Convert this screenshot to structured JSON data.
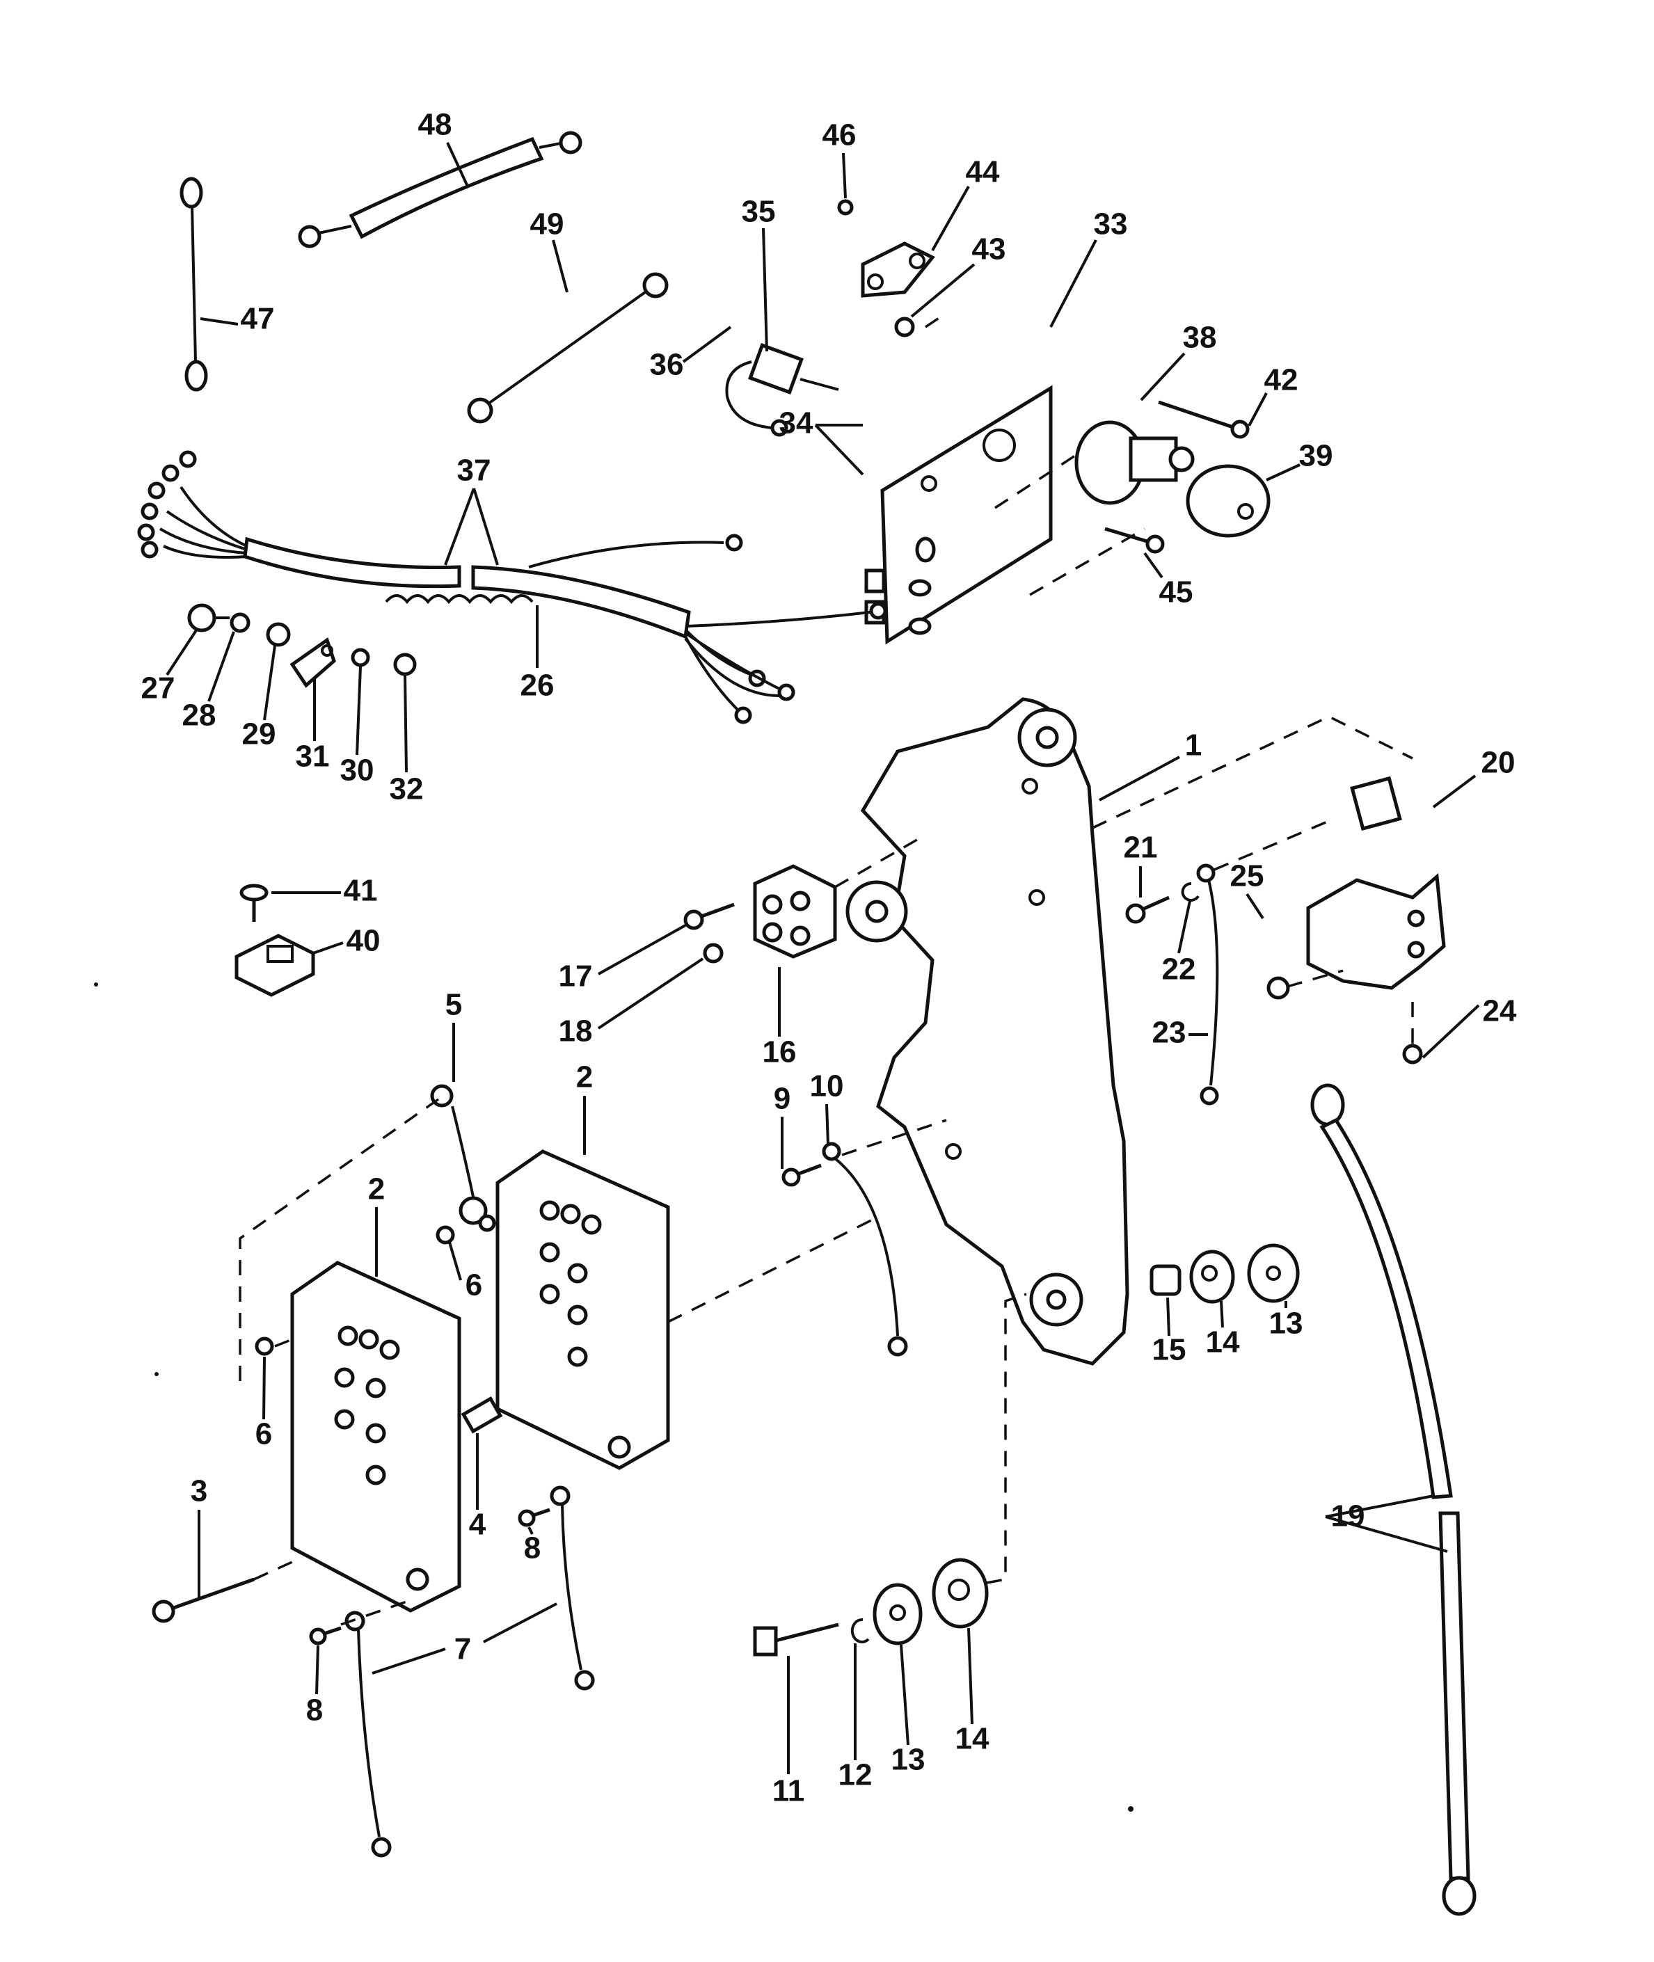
{
  "diagram": {
    "type": "exploded-parts-diagram",
    "subject": "Ignition / electrical components mounting bracket assembly",
    "callouts": [
      {
        "id": "c1",
        "label": "1",
        "part": "mounting-bracket"
      },
      {
        "id": "c2a",
        "label": "2",
        "part": "switch-box-upper"
      },
      {
        "id": "c2b",
        "label": "2",
        "part": "switch-box-lower"
      },
      {
        "id": "c3",
        "label": "3",
        "part": "long-screw"
      },
      {
        "id": "c4",
        "label": "4",
        "part": "spacer"
      },
      {
        "id": "c5",
        "label": "5",
        "part": "jumper-lead"
      },
      {
        "id": "c6a",
        "label": "6",
        "part": "nut-upper"
      },
      {
        "id": "c6b",
        "label": "6",
        "part": "nut-lower"
      },
      {
        "id": "c7",
        "label": "7",
        "part": "ground-leads"
      },
      {
        "id": "c8a",
        "label": "8",
        "part": "screw-upper"
      },
      {
        "id": "c8b",
        "label": "8",
        "part": "screw-lower"
      },
      {
        "id": "c9",
        "label": "9",
        "part": "screw"
      },
      {
        "id": "c10",
        "label": "10",
        "part": "ground-lead"
      },
      {
        "id": "c11",
        "label": "11",
        "part": "bolt"
      },
      {
        "id": "c12",
        "label": "12",
        "part": "lock-washer"
      },
      {
        "id": "c13a",
        "label": "13",
        "part": "washer-right"
      },
      {
        "id": "c13b",
        "label": "13",
        "part": "washer-bottom"
      },
      {
        "id": "c14a",
        "label": "14",
        "part": "grommet-right"
      },
      {
        "id": "c14b",
        "label": "14",
        "part": "grommet-bottom"
      },
      {
        "id": "c15",
        "label": "15",
        "part": "bushing"
      },
      {
        "id": "c16",
        "label": "16",
        "part": "rectifier"
      },
      {
        "id": "c17",
        "label": "17",
        "part": "screw"
      },
      {
        "id": "c18",
        "label": "18",
        "part": "nut"
      },
      {
        "id": "c19",
        "label": "19",
        "part": "battery-cable"
      },
      {
        "id": "c20",
        "label": "20",
        "part": "starter-solenoid"
      },
      {
        "id": "c21",
        "label": "21",
        "part": "screw"
      },
      {
        "id": "c22",
        "label": "22",
        "part": "lock-washer"
      },
      {
        "id": "c23",
        "label": "23",
        "part": "lead"
      },
      {
        "id": "c24",
        "label": "24",
        "part": "nut"
      },
      {
        "id": "c25",
        "label": "25",
        "part": "nut"
      },
      {
        "id": "c26",
        "label": "26",
        "part": "wire-sleeve"
      },
      {
        "id": "c27",
        "label": "27",
        "part": "screw"
      },
      {
        "id": "c28",
        "label": "28",
        "part": "washer"
      },
      {
        "id": "c29",
        "label": "29",
        "part": "nut"
      },
      {
        "id": "c30",
        "label": "30",
        "part": "washer"
      },
      {
        "id": "c31",
        "label": "31",
        "part": "clamp"
      },
      {
        "id": "c32",
        "label": "32",
        "part": "nut"
      },
      {
        "id": "c33",
        "label": "33",
        "part": "control-panel-plate"
      },
      {
        "id": "c34",
        "label": "34",
        "part": "toggle-switches"
      },
      {
        "id": "c35",
        "label": "35",
        "part": "toggle-switch"
      },
      {
        "id": "c36",
        "label": "36",
        "part": "switch-lead"
      },
      {
        "id": "c37",
        "label": "37",
        "part": "wiring-harness"
      },
      {
        "id": "c38",
        "label": "38",
        "part": "ignition-switch"
      },
      {
        "id": "c39",
        "label": "39",
        "part": "switch-knob"
      },
      {
        "id": "c40",
        "label": "40",
        "part": "terminal-block"
      },
      {
        "id": "c41",
        "label": "41",
        "part": "screw"
      },
      {
        "id": "c42",
        "label": "42",
        "part": "screw"
      },
      {
        "id": "c43",
        "label": "43",
        "part": "nut"
      },
      {
        "id": "c44",
        "label": "44",
        "part": "switch-bracket"
      },
      {
        "id": "c45",
        "label": "45",
        "part": "screw"
      },
      {
        "id": "c46",
        "label": "46",
        "part": "screw"
      },
      {
        "id": "c47",
        "label": "47",
        "part": "lead"
      },
      {
        "id": "c48",
        "label": "48",
        "part": "sleeved-lead"
      },
      {
        "id": "c49",
        "label": "49",
        "part": "lead"
      }
    ]
  }
}
